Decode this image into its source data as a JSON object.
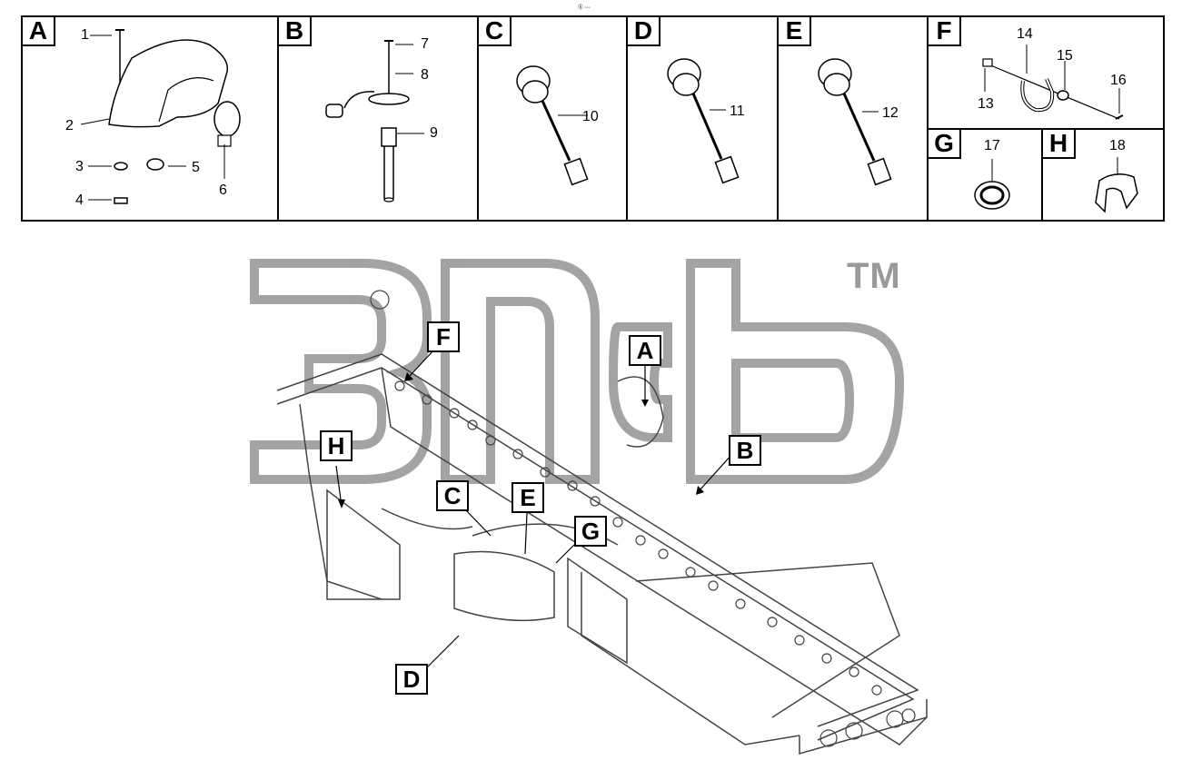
{
  "header": {
    "mark": "Ⓢ ◦◦◦"
  },
  "panels": [
    {
      "letter": "A",
      "parts": [
        "1",
        "2",
        "3",
        "4",
        "5",
        "6"
      ]
    },
    {
      "letter": "B",
      "parts": [
        "7",
        "8",
        "9"
      ]
    },
    {
      "letter": "C",
      "parts": [
        "10"
      ]
    },
    {
      "letter": "D",
      "parts": [
        "11"
      ]
    },
    {
      "letter": "E",
      "parts": [
        "12"
      ]
    },
    {
      "letter": "F",
      "parts": [
        "13",
        "14",
        "15",
        "16"
      ]
    },
    {
      "letter": "G",
      "parts": [
        "17"
      ]
    },
    {
      "letter": "H",
      "parts": [
        "18"
      ]
    }
  ],
  "callouts": [
    "A",
    "B",
    "C",
    "D",
    "E",
    "F",
    "G",
    "H"
  ],
  "watermark": {
    "trademark": "TM"
  },
  "colors": {
    "line": "#000000",
    "watermark": "#9a9a9a",
    "background": "#ffffff"
  }
}
